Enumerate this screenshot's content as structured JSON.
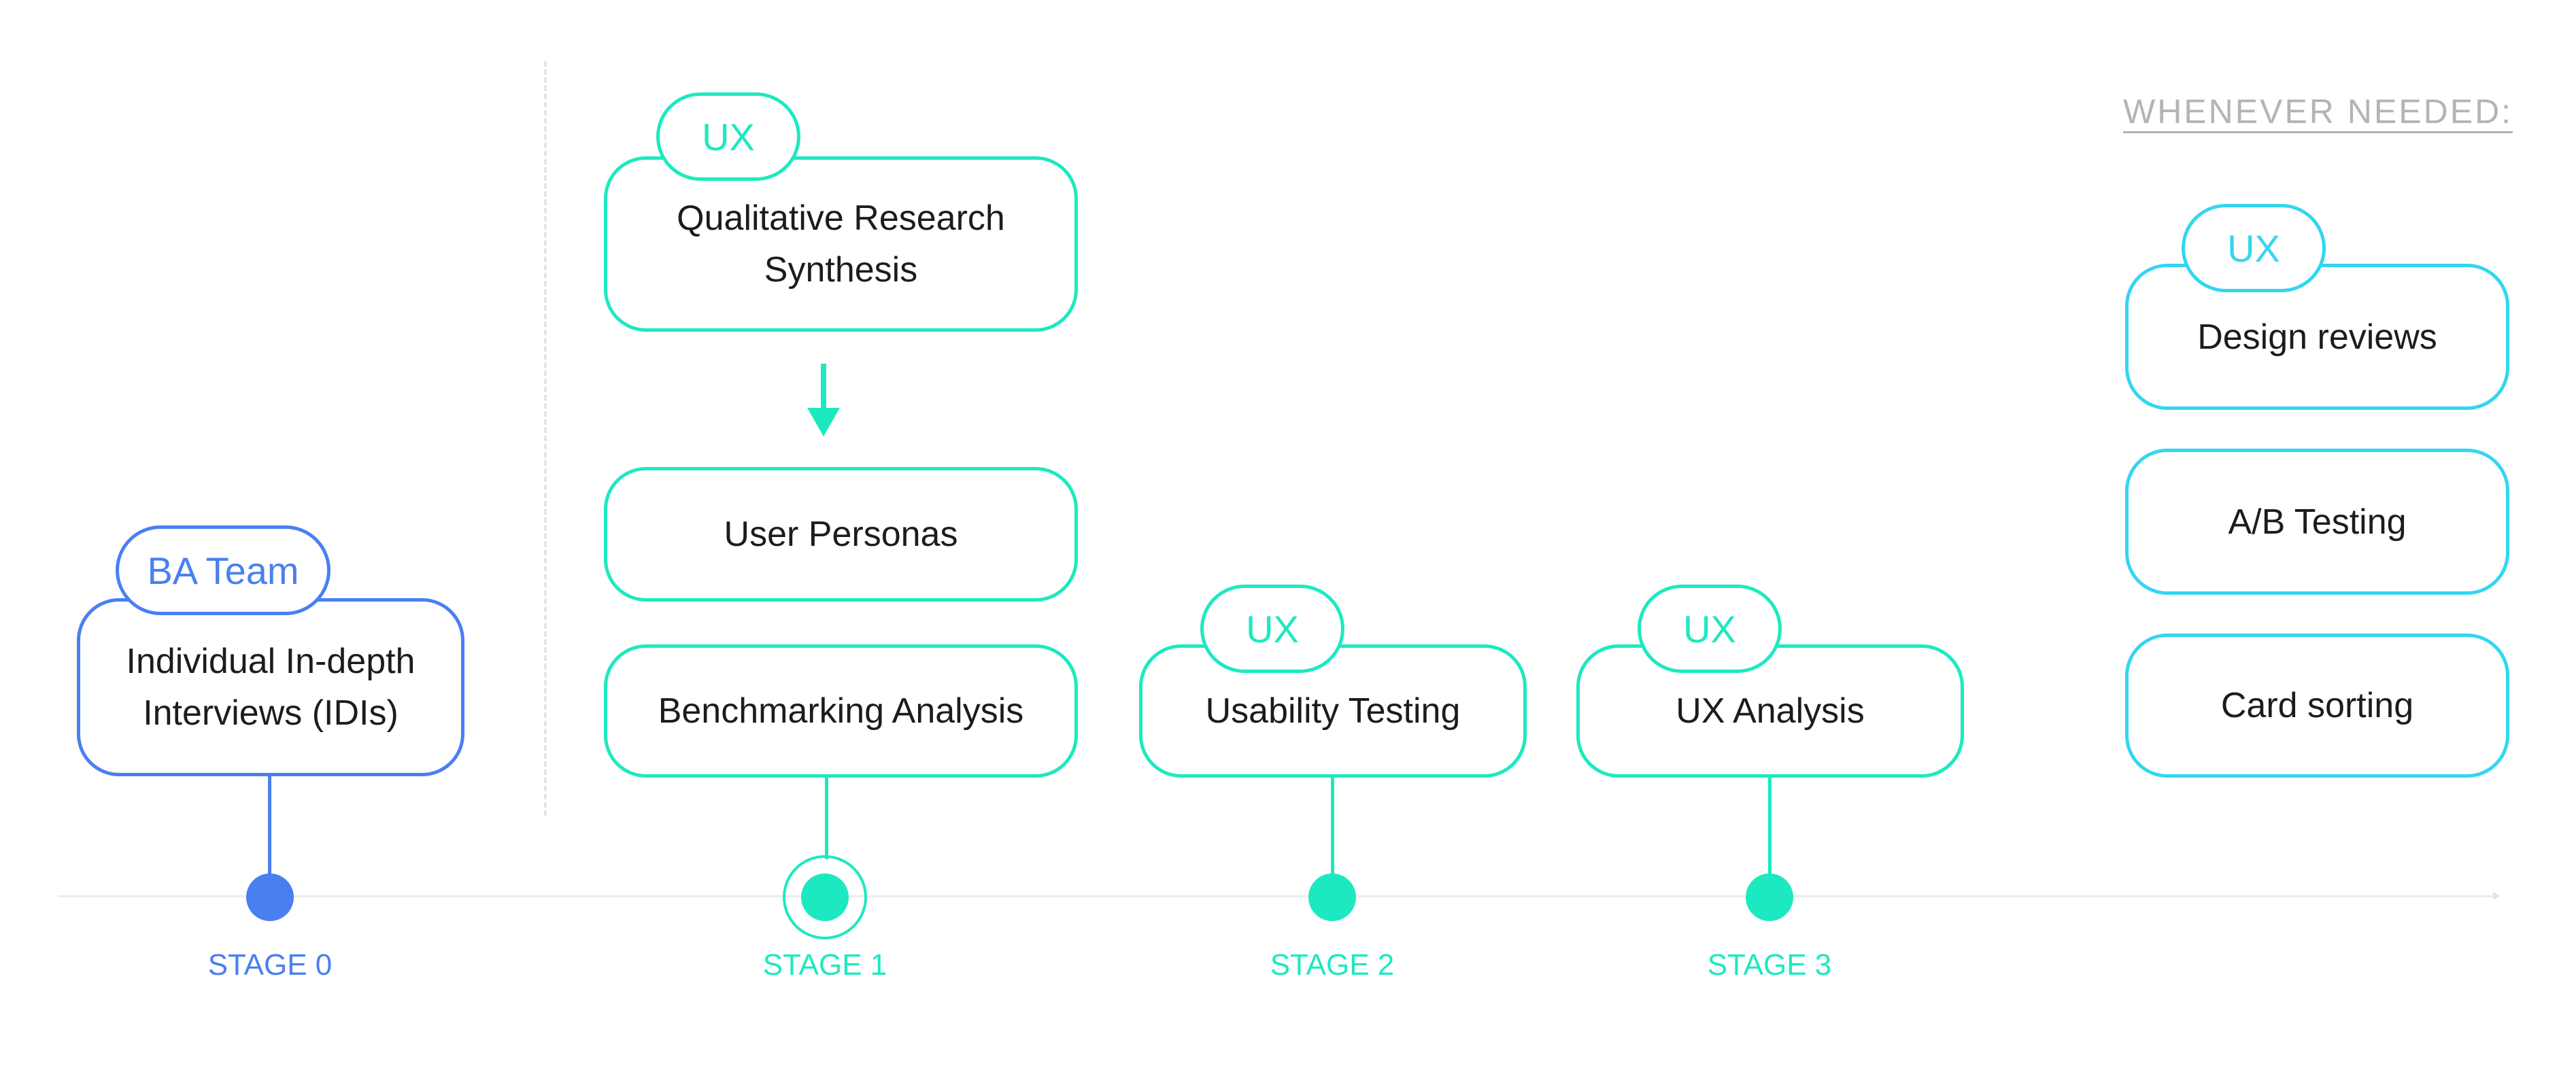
{
  "diagram": {
    "whenever_needed": "WHENEVER NEEDED:",
    "colors": {
      "blue": "#4a7ff0",
      "green": "#1de9c0",
      "cyan": "#33d6f0",
      "timeline": "#ececec"
    },
    "stage0": {
      "tag": "BA Team",
      "box": "Individual In-depth Interviews (IDIs)",
      "label": "STAGE 0"
    },
    "stage1": {
      "tag": "UX",
      "synthesis": "Qualitative Research Synthesis",
      "personas": "User Personas",
      "benchmarking": "Benchmarking Analysis",
      "label": "STAGE 1"
    },
    "stage2": {
      "tag": "UX",
      "box": "Usability Testing",
      "label": "STAGE 2"
    },
    "stage3": {
      "tag": "UX",
      "box": "UX Analysis",
      "label": "STAGE 3"
    },
    "extras": {
      "tag": "UX",
      "items": [
        "Design reviews",
        "A/B Testing",
        "Card sorting"
      ]
    }
  }
}
